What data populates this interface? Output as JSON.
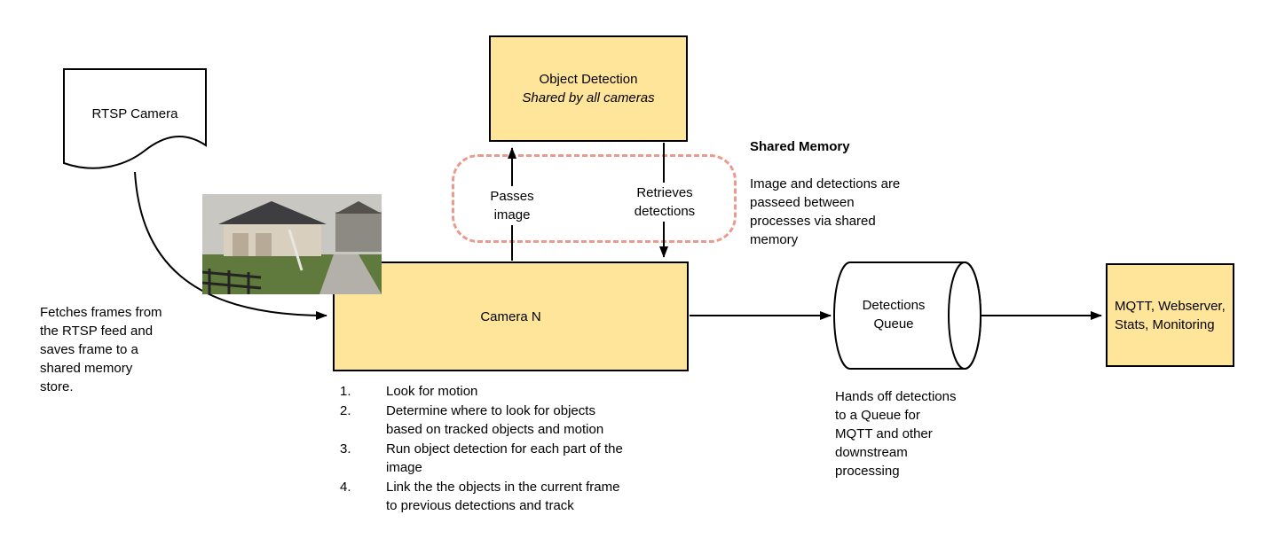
{
  "colors": {
    "box_fill": "#FFE599",
    "box_border": "#000000",
    "dashed_border": "#EA9B8E",
    "arrow": "#000000",
    "text": "#000000"
  },
  "rtsp_camera": {
    "label": "RTSP Camera"
  },
  "fetch_note": "Fetches frames from\nthe RTSP feed and\nsaves frame to a\nshared memory\nstore.",
  "object_detection": {
    "title": "Object Detection",
    "subtitle": "Shared by all cameras"
  },
  "edge_labels": {
    "passes_image": "Passes\nimage",
    "retrieves_detections": "Retrieves\ndetections"
  },
  "shared_memory": {
    "title": "Shared Memory",
    "body": "Image and detections are\npasseed between\nprocesses via shared\nmemory"
  },
  "camera_n": {
    "label": "Camera N"
  },
  "steps": [
    {
      "num": "1.",
      "text": "Look for motion"
    },
    {
      "num": "2.",
      "text": "Determine where to look for objects\nbased on tracked objects and motion"
    },
    {
      "num": "3.",
      "text": "Run object detection for each part of the\nimage"
    },
    {
      "num": "4.",
      "text": "Link the the objects in the current frame\nto previous detections and track"
    }
  ],
  "detections_queue": {
    "label": "Detections\nQueue"
  },
  "queue_note": "Hands off detections\nto a Queue for\nMQTT and other\ndownstream\nprocessing",
  "mqtt_box": {
    "label": "MQTT, Webserver,\nStats, Monitoring"
  }
}
